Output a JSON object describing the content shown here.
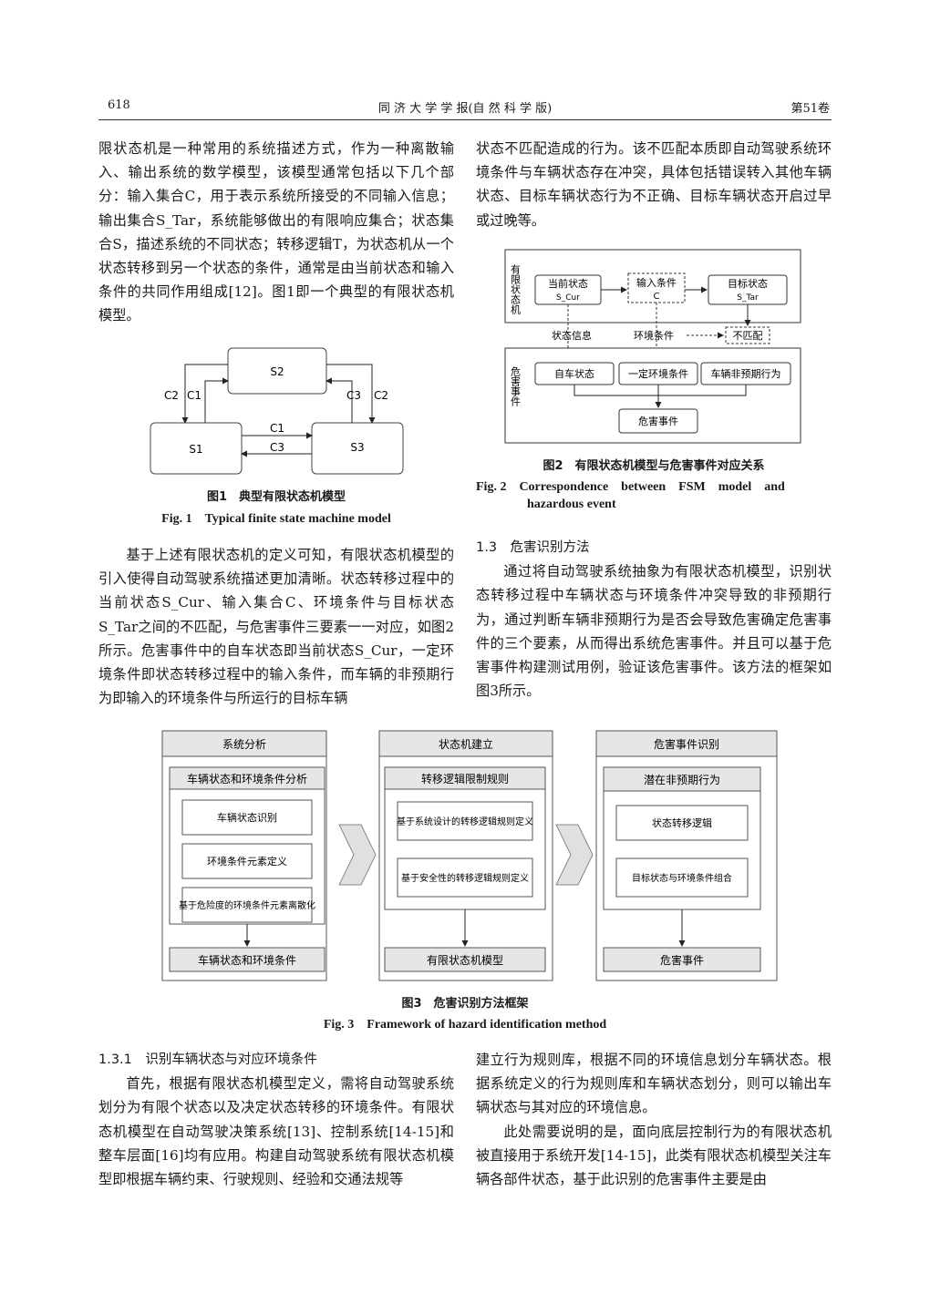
{
  "header": {
    "page_number": "618",
    "journal": "同 济 大 学 学 报(自 然 科 学 版)",
    "volume": "第51卷"
  },
  "left": {
    "p1": "限状态机是一种常用的系统描述方式，作为一种离散输入、输出系统的数学模型，该模型通常包括以下几个部分：输入集合C，用于表示系统所接受的不同输入信息；输出集合S_Tar，系统能够做出的有限响应集合；状态集合S，描述系统的不同状态；转移逻辑T，为状态机从一个状态转移到另一个状态的条件，通常是由当前状态和输入条件的共同作用组成[12]。图1即一个典型的有限状态机模型。",
    "p2": "基于上述有限状态机的定义可知，有限状态机模型的引入使得自动驾驶系统描述更加清晰。状态转移过程中的当前状态S_Cur、输入集合C、环境条件与目标状态S_Tar之间的不匹配，与危害事件三要素一一对应，如图2所示。危害事件中的自车状态即当前状态S_Cur，一定环境条件即状态转移过程中的输入条件，而车辆的非预期行为即输入的环境条件与所运行的目标车辆"
  },
  "fig1": {
    "s1": "S1",
    "s2": "S2",
    "s3": "S3",
    "c1": "C1",
    "c2": "C2",
    "c3": "C3",
    "caption_cn": "图1　典型有限状态机模型",
    "caption_en": "Fig. 1　Typical finite state machine model"
  },
  "right": {
    "p1": "状态不匹配造成的行为。该不匹配本质即自动驾驶系统环境条件与车辆状态存在冲突，具体包括错误转入其他车辆状态、目标车辆状态行为不正确、目标车辆状态开启过早或过晚等。",
    "sec13": "1.3　危害识别方法",
    "p2": "通过将自动驾驶系统抽象为有限状态机模型，识别状态转移过程中车辆状态与环境条件冲突导致的非预期行为，通过判断车辆非预期行为是否会导致危害确定危害事件的三个要素，从而得出系统危害事件。并且可以基于危害事件构建测试用例，验证该危害事件。该方法的框架如图3所示。"
  },
  "fig2": {
    "fsm_label": "有限状态机",
    "hazard_label": "危害事件",
    "cur_state": "当前状态",
    "cur_sub": "S_Cur",
    "input_cond": "输入条件",
    "input_sub": "C",
    "target_state": "目标状态",
    "target_sub": "S_Tar",
    "state_info": "状态信息",
    "env_cond": "环境条件",
    "mismatch": "不匹配",
    "ego_state": "自车状态",
    "certain_env": "一定环境条件",
    "unexpected": "车辆非预期行为",
    "hazard_event": "危害事件",
    "caption_cn": "图2　有限状态机模型与危害事件对应关系",
    "caption_en_1": "Fig. 2　Correspondence　between　FSM　model　and",
    "caption_en_2": "hazardous event"
  },
  "fig3": {
    "col1_title": "系统分析",
    "col1_sub": "车辆状态和环境条件分析",
    "col1_items": [
      "车辆状态识别",
      "环境条件元素定义",
      "基于危险度的环境条件元素离散化"
    ],
    "col1_out": "车辆状态和环境条件",
    "col2_title": "状态机建立",
    "col2_sub": "转移逻辑限制规则",
    "col2_items": [
      "基于系统设计的转移逻辑规则定义",
      "基于安全性的转移逻辑规则定义"
    ],
    "col2_out": "有限状态机模型",
    "col3_title": "危害事件识别",
    "col3_sub": "潜在非预期行为",
    "col3_items": [
      "状态转移逻辑",
      "目标状态与环境条件组合"
    ],
    "col3_out": "危害事件",
    "caption_cn": "图3　危害识别方法框架",
    "caption_en": "Fig. 3　Framework of hazard identification method"
  },
  "bottom": {
    "sec131": "1.3.1　识别车辆状态与对应环境条件",
    "lp": "首先，根据有限状态机模型定义，需将自动驾驶系统划分为有限个状态以及决定状态转移的环境条件。有限状态机模型在自动驾驶决策系统[13]、控制系统[14-15]和整车层面[16]均有应用。构建自动驾驶系统有限状态机模型即根据车辆约束、行驶规则、经验和交通法规等",
    "rp1": "建立行为规则库，根据不同的环境信息划分车辆状态。根据系统定义的行为规则库和车辆状态划分，则可以输出车辆状态与其对应的环境信息。",
    "rp2": "此处需要说明的是，面向底层控制行为的有限状态机被直接用于系统开发[14-15]，此类有限状态机模型关注车辆各部件状态，基于此识别的危害事件主要是由"
  }
}
